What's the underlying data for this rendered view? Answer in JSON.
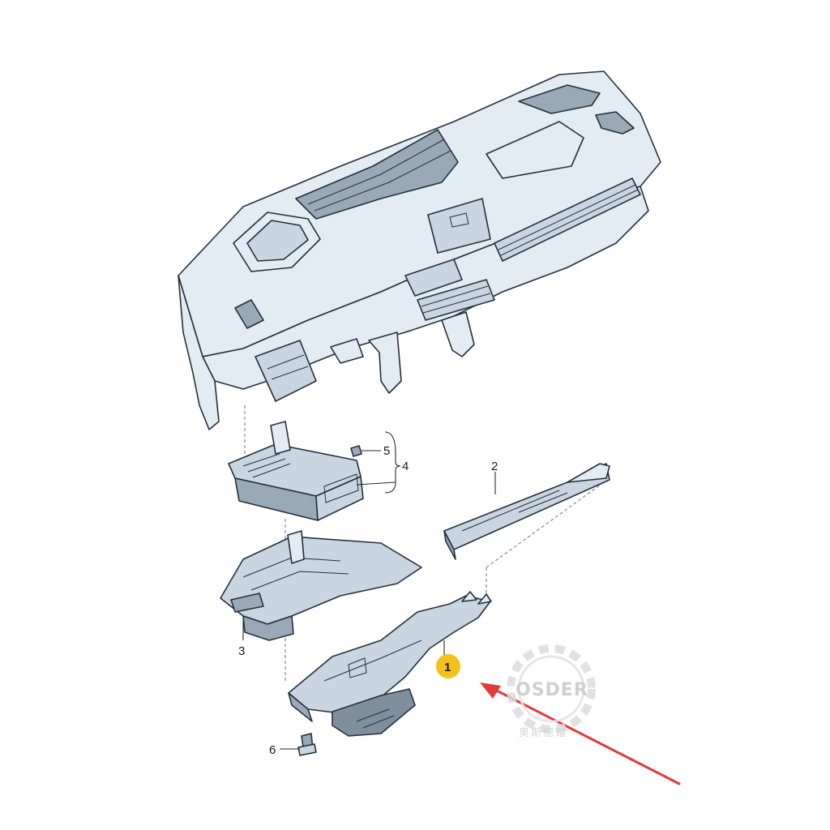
{
  "callouts": {
    "c1": "1",
    "c2": "2",
    "c3": "3",
    "c4": "4",
    "c5": "5",
    "c6": "6"
  },
  "highlight": {
    "callout": "1",
    "badge_color": "#f2c21a",
    "arrow_color": "#e23a3a"
  },
  "watermark": {
    "brand": "OSDER",
    "subtitle": "奥斯德镭"
  },
  "colors": {
    "part_light": "#e3ebf3",
    "part_mid": "#c9d5e0",
    "part_dark": "#9aa9b8",
    "outline": "#23303c"
  }
}
